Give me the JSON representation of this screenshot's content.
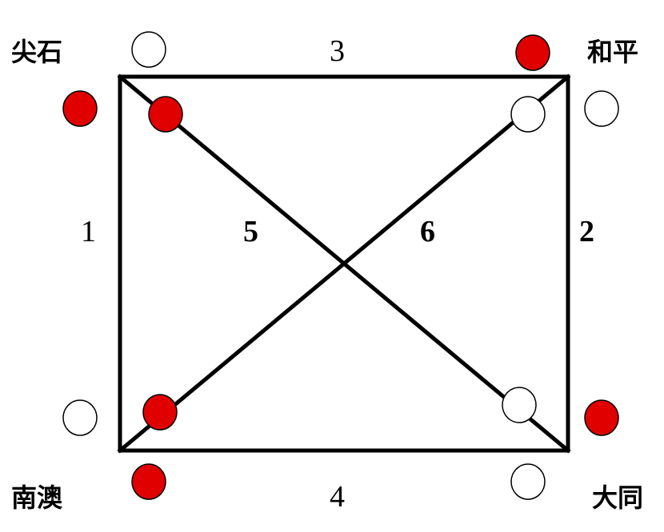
{
  "places": {
    "top_left": "尖石",
    "top_right": "和平",
    "bottom_left": "南澳",
    "bottom_right": "大同"
  },
  "edges": {
    "left": "1",
    "right": "2",
    "top": "3",
    "bottom": "4",
    "diagonal_a": "5",
    "diagonal_b": "6"
  },
  "colors": {
    "red": "#e00000",
    "white": "#ffffff",
    "line": "#000000"
  },
  "markers": {
    "top_left_outer_left": "red",
    "top_left_outer_top": "white",
    "top_left_inner": "red",
    "top_right_outer_top": "red",
    "top_right_outer_right": "white",
    "top_right_inner": "white",
    "bottom_left_outer_left": "white",
    "bottom_left_outer_bottom": "red",
    "bottom_left_inner": "red",
    "bottom_right_outer_right": "red",
    "bottom_right_outer_bottom": "white",
    "bottom_right_inner": "white"
  }
}
